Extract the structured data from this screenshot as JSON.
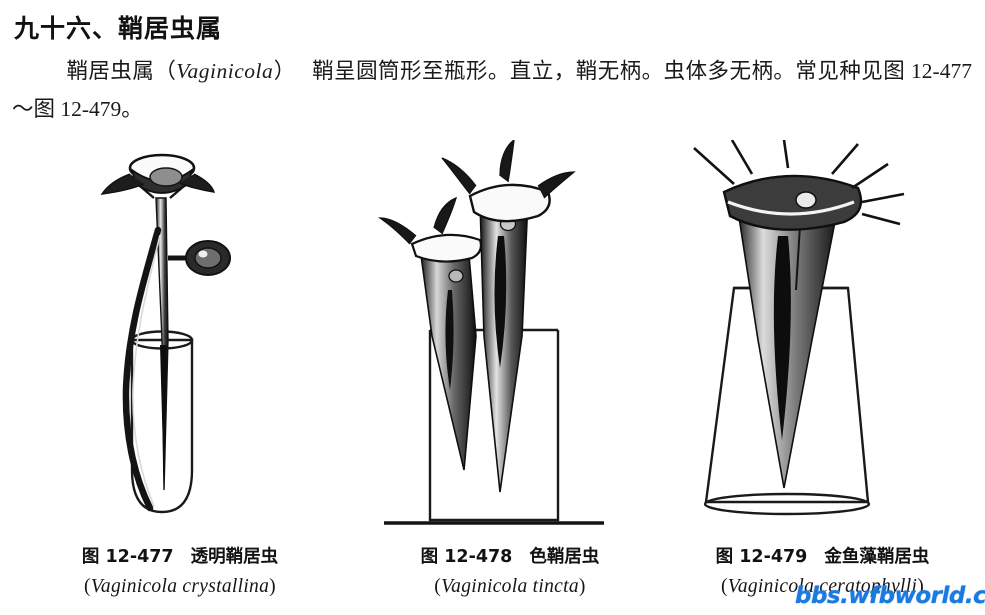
{
  "page": {
    "background_color": "#ffffff",
    "text_color": "#1a1a1a"
  },
  "heading": {
    "text": "九十六、鞘居虫属"
  },
  "paragraph": {
    "genus_cn": "鞘居虫属",
    "open_paren": "（",
    "genus_latin": "Vaginicola",
    "close_paren": "）",
    "description": "鞘呈圆筒形至瓶形。直立，鞘无柄。虫体多无柄。常见种见图 12-477～图 12-479。"
  },
  "figures": [
    {
      "id": "fig-12-477",
      "label": "图 12-477",
      "name_cn": "透明鞘居虫",
      "name_latin": "Vaginicola crystallina",
      "illustration": "ciliate-in-cylindrical-lorica"
    },
    {
      "id": "fig-12-478",
      "label": "图 12-478",
      "name_cn": "色鞘居虫",
      "name_latin": "Vaginicola tincta",
      "illustration": "two-ciliates-in-cylindrical-lorica"
    },
    {
      "id": "fig-12-479",
      "label": "图 12-479",
      "name_cn": "金鱼藻鞘居虫",
      "name_latin": "Vaginicola ceratophylli",
      "illustration": "ciliate-in-flask-shaped-lorica"
    }
  ],
  "caption_parens": {
    "open": "(",
    "close": ")"
  },
  "watermark": {
    "text": "bbs.wfbworld.com",
    "color": "#1a7ae0"
  }
}
